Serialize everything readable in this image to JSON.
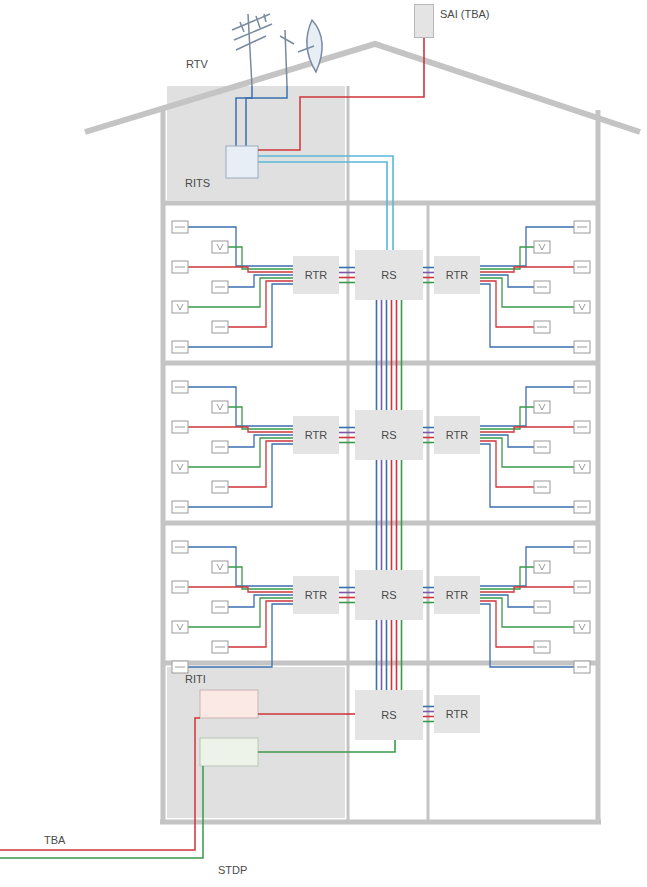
{
  "diagram": {
    "nodes": [
      {
        "text": [
          "SAI (TBA)"
        ]
      },
      {
        "text": [
          "RITS"
        ]
      },
      {
        "text": [
          "RTR"
        ]
      },
      {
        "text": [
          "RS"
        ]
      },
      {
        "text": [
          "RTR"
        ]
      },
      {
        "text": [
          "RTR"
        ]
      },
      {
        "text": [
          "RS"
        ]
      },
      {
        "text": [
          "RTR"
        ]
      },
      {
        "text": [
          "RTR"
        ]
      },
      {
        "text": [
          "RS"
        ]
      },
      {
        "text": [
          "RTR"
        ]
      },
      {
        "text": [
          "RITI"
        ]
      },
      {
        "text": [
          "RS"
        ]
      },
      {
        "text": [
          "RTR"
        ]
      }
    ],
    "edges": [
      {
        "from": 0,
        "to": 1,
        "arrow": "none"
      },
      {
        "from": 1,
        "to": 3,
        "arrow": "none"
      },
      {
        "from": 2,
        "to": 3,
        "arrow": "none"
      },
      {
        "from": 3,
        "to": 4,
        "arrow": "none"
      },
      {
        "from": 3,
        "to": 6,
        "arrow": "none"
      },
      {
        "from": 5,
        "to": 6,
        "arrow": "none"
      },
      {
        "from": 6,
        "to": 7,
        "arrow": "none"
      },
      {
        "from": 6,
        "to": 9,
        "arrow": "none"
      },
      {
        "from": 8,
        "to": 9,
        "arrow": "none"
      },
      {
        "from": 9,
        "to": 10,
        "arrow": "none"
      },
      {
        "from": 9,
        "to": 12,
        "arrow": "none"
      },
      {
        "from": 11,
        "to": 12,
        "arrow": "none"
      },
      {
        "from": 12,
        "to": 13,
        "arrow": "none"
      }
    ],
    "labels": [
      "RTV",
      "TBA",
      "STDP"
    ]
  }
}
